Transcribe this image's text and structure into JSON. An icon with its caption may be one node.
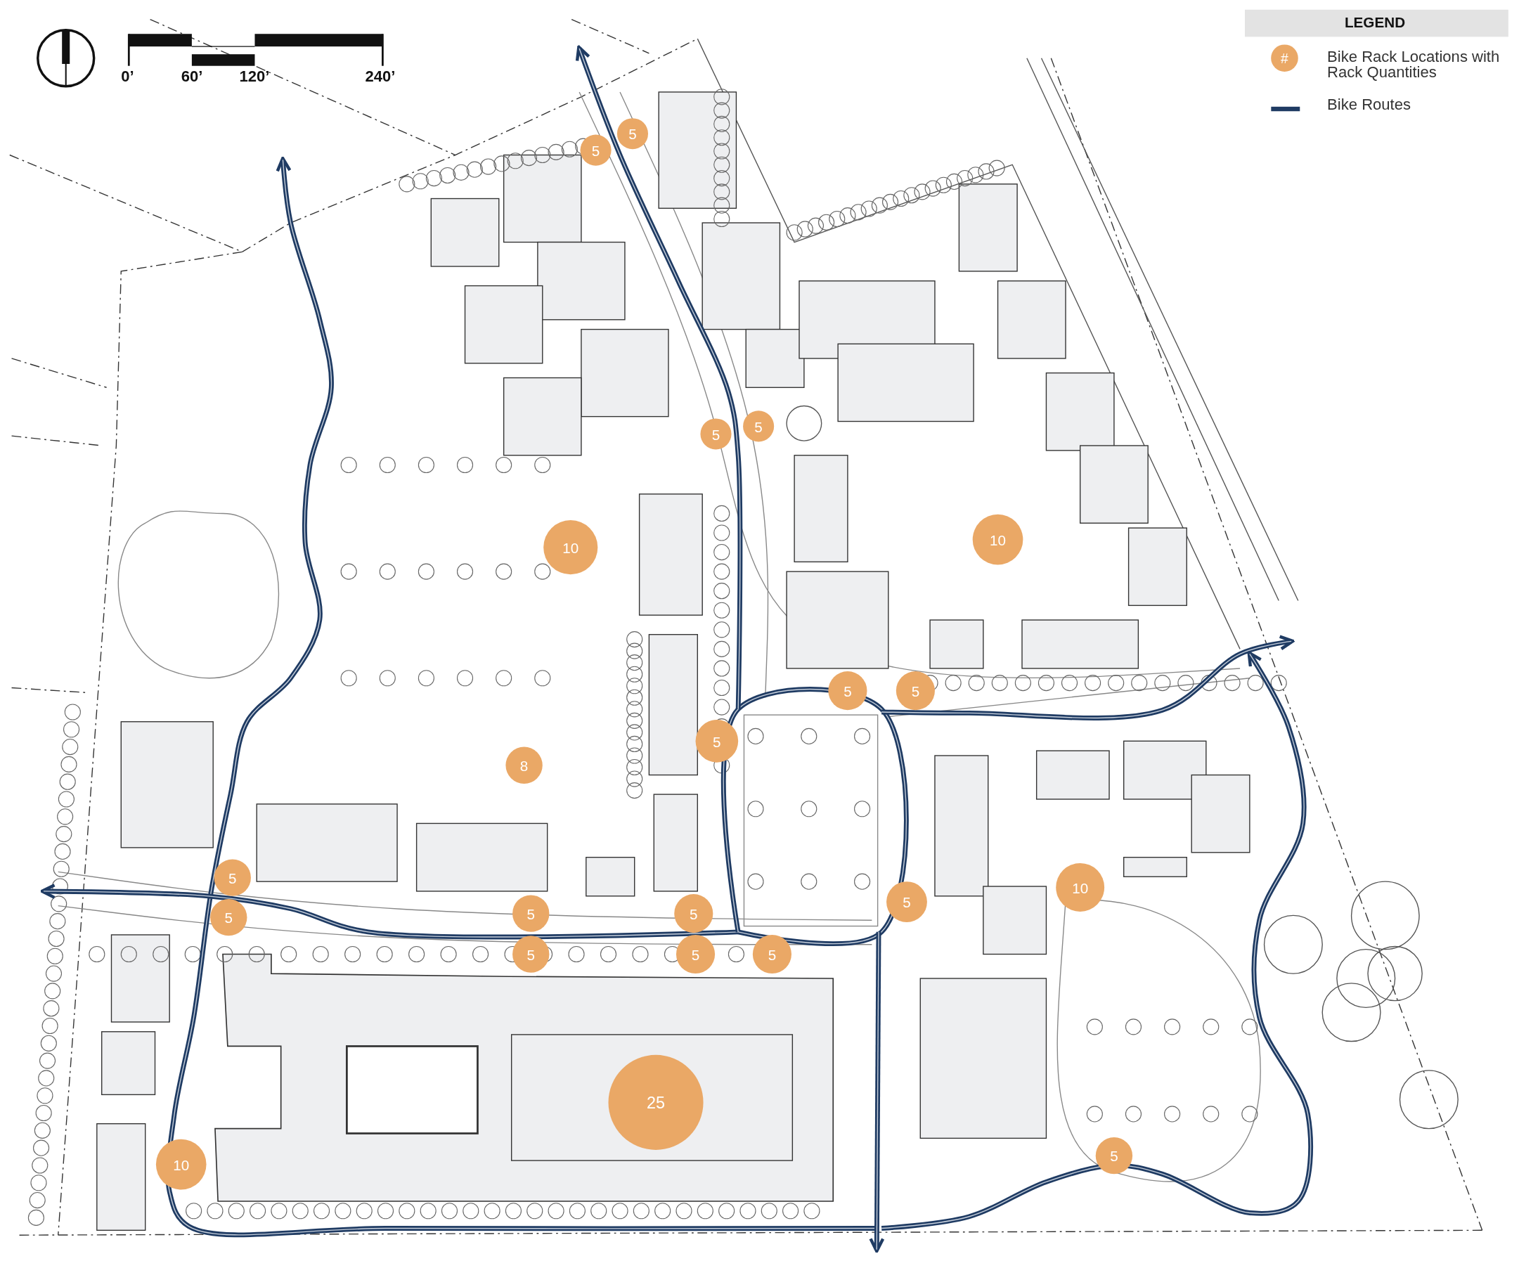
{
  "diagram": {
    "nodes": [
      {
        "text": [
          "5"
        ]
      },
      {
        "text": [
          "5"
        ]
      },
      {
        "text": [
          "5"
        ]
      },
      {
        "text": [
          "5"
        ]
      },
      {
        "text": [
          "10"
        ]
      },
      {
        "text": [
          "10"
        ]
      },
      {
        "text": [
          "5"
        ]
      },
      {
        "text": [
          "5"
        ]
      },
      {
        "text": [
          "5"
        ]
      },
      {
        "text": [
          "8"
        ]
      },
      {
        "text": [
          "5"
        ]
      },
      {
        "text": [
          "10"
        ]
      },
      {
        "text": [
          "5"
        ]
      },
      {
        "text": [
          "5"
        ]
      },
      {
        "text": [
          "5"
        ]
      },
      {
        "text": [
          "5"
        ]
      },
      {
        "text": [
          "5"
        ]
      },
      {
        "text": [
          "5"
        ]
      },
      {
        "text": [
          "5"
        ]
      },
      {
        "text": [
          "25"
        ]
      },
      {
        "text": [
          "5"
        ]
      },
      {
        "text": [
          "10"
        ]
      }
    ],
    "labels": [
      "0’",
      "60’",
      "120’",
      "240’",
      "LEGEND",
      "#"
    ],
    "legend": [
      {
        "text": "Bike Rack Locations with Rack Quantities",
        "color": "#eaa866"
      },
      {
        "text": "Bike Routes"
      }
    ]
  }
}
